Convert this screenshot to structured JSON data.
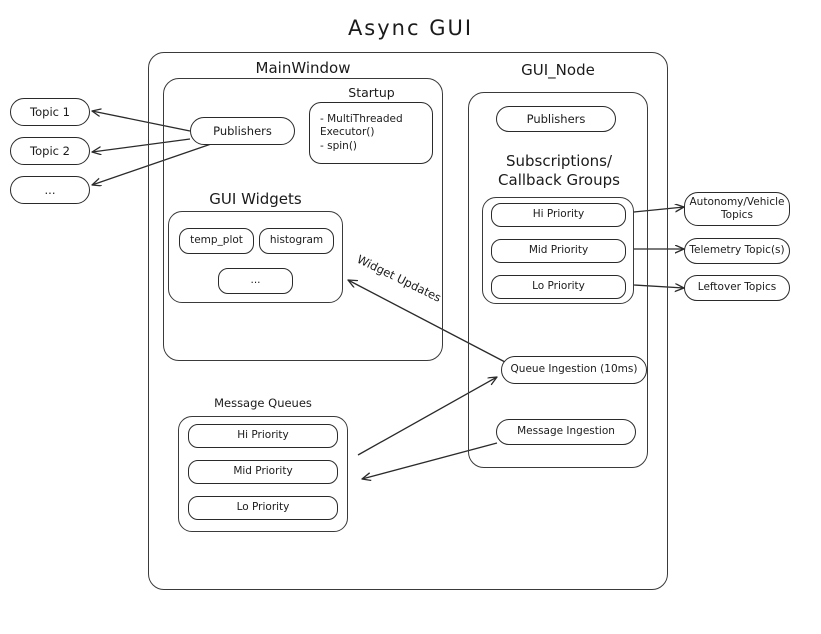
{
  "title": "Async  GUI",
  "left_topics": [
    {
      "label": "Topic 1"
    },
    {
      "label": "Topic 2"
    },
    {
      "label": "..."
    }
  ],
  "right_topics": [
    {
      "label": "Autonomy/Vehicle\nTopics"
    },
    {
      "label": "Telemetry Topic(s)"
    },
    {
      "label": "Leftover Topics"
    }
  ],
  "main_window": {
    "label": "MainWindow",
    "publishers": "Publishers",
    "startup": {
      "label": "Startup",
      "items": "-  MultiThreaded\n   Executor()\n-  spin()"
    },
    "gui_widgets": {
      "label": "GUI Widgets",
      "widgets": [
        {
          "label": "temp_plot"
        },
        {
          "label": "histogram"
        },
        {
          "label": "..."
        }
      ]
    }
  },
  "gui_node": {
    "label": "GUI_Node",
    "publishers": "Publishers",
    "subscriptions": {
      "label": "Subscriptions/\nCallback Groups",
      "groups": [
        {
          "label": "Hi Priority"
        },
        {
          "label": "Mid Priority"
        },
        {
          "label": "Lo Priority"
        }
      ]
    },
    "queue_ingestion": "Queue Ingestion (10ms)",
    "message_ingestion": "Message Ingestion"
  },
  "message_queues": {
    "label": "Message Queues",
    "queues": [
      {
        "label": "Hi Priority"
      },
      {
        "label": "Mid Priority"
      },
      {
        "label": "Lo Priority"
      }
    ]
  },
  "edges": {
    "widget_updates": "Widget Updates"
  },
  "colors": {
    "stroke": "#2a2a2a",
    "background": "#ffffff",
    "text": "#1b1b1b"
  }
}
